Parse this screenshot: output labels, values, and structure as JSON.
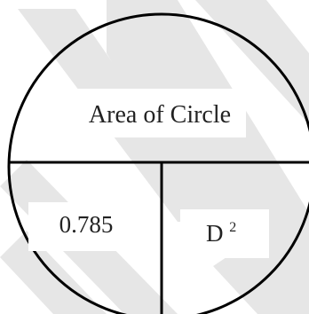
{
  "diagram": {
    "top_label": "Area of Circle",
    "bottom_left_label": "0.785",
    "bottom_right_label": "D",
    "bottom_right_superscript": "2"
  },
  "colors": {
    "line": "#000000",
    "watermark": "#e6e6e6",
    "background": "#ffffff"
  }
}
